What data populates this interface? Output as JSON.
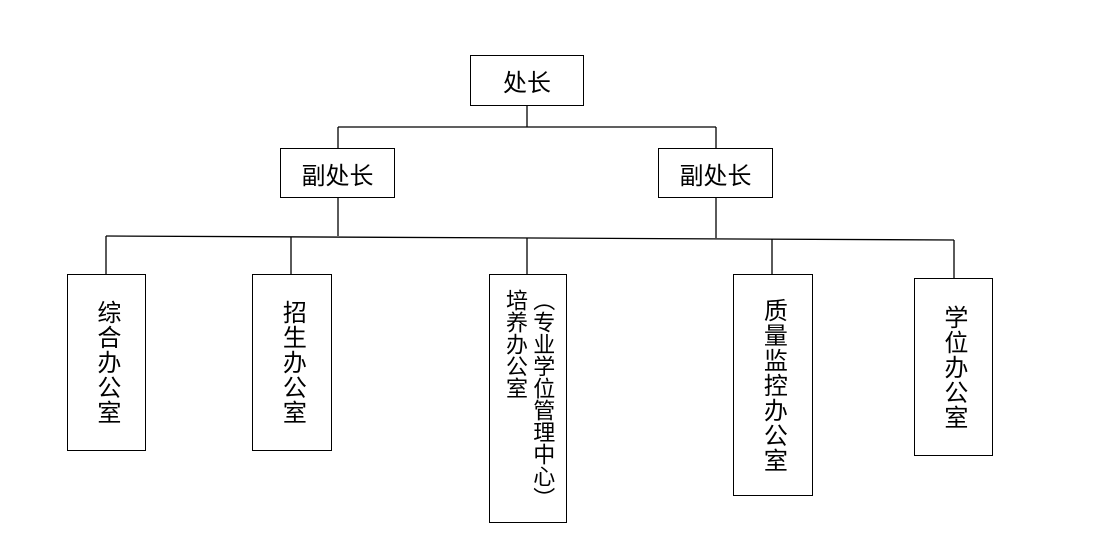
{
  "director": "处长",
  "deputies": [
    "副处长",
    "副处长"
  ],
  "offices": [
    {
      "label": "综合办公室"
    },
    {
      "label": "招生办公室"
    },
    {
      "label_lines": [
        "（专业学位管理中心）",
        "培养办公室"
      ]
    },
    {
      "label": "质量监控办公室"
    },
    {
      "label": "学位办公室"
    }
  ]
}
